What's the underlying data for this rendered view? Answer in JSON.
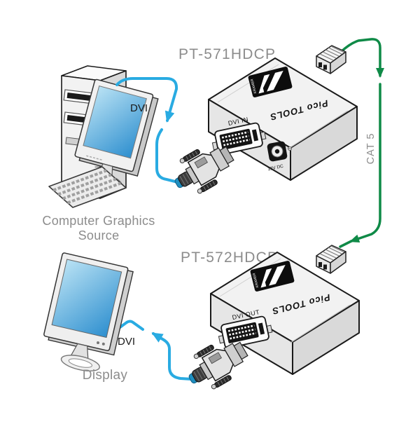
{
  "diagram": {
    "devices": {
      "pt571": {
        "name": "PT-571HDCP",
        "port_label": "DVI IN",
        "power_label": "12V DC",
        "brand": "Pico TOOLS",
        "logo_text": "KRAMER"
      },
      "pt572": {
        "name": "PT-572HDCP",
        "port_label": "DVI OUT",
        "brand": "Pico TOOLS",
        "logo_text": "KRAMER"
      }
    },
    "endpoints": {
      "source_label_line1": "Computer Graphics",
      "source_label_line2": "Source",
      "display_label": "Display"
    },
    "cables": {
      "dvi_label_top": "DVI",
      "dvi_label_bottom": "DVI",
      "cat5_label": "CAT 5"
    },
    "colors": {
      "dvi_cable": "#29ABE2",
      "cat5_cable": "#0F8A47",
      "label_gray": "#8C8C8C",
      "screen_blue": "#2E8FCF",
      "outline_dark": "#1A1A1A"
    }
  }
}
